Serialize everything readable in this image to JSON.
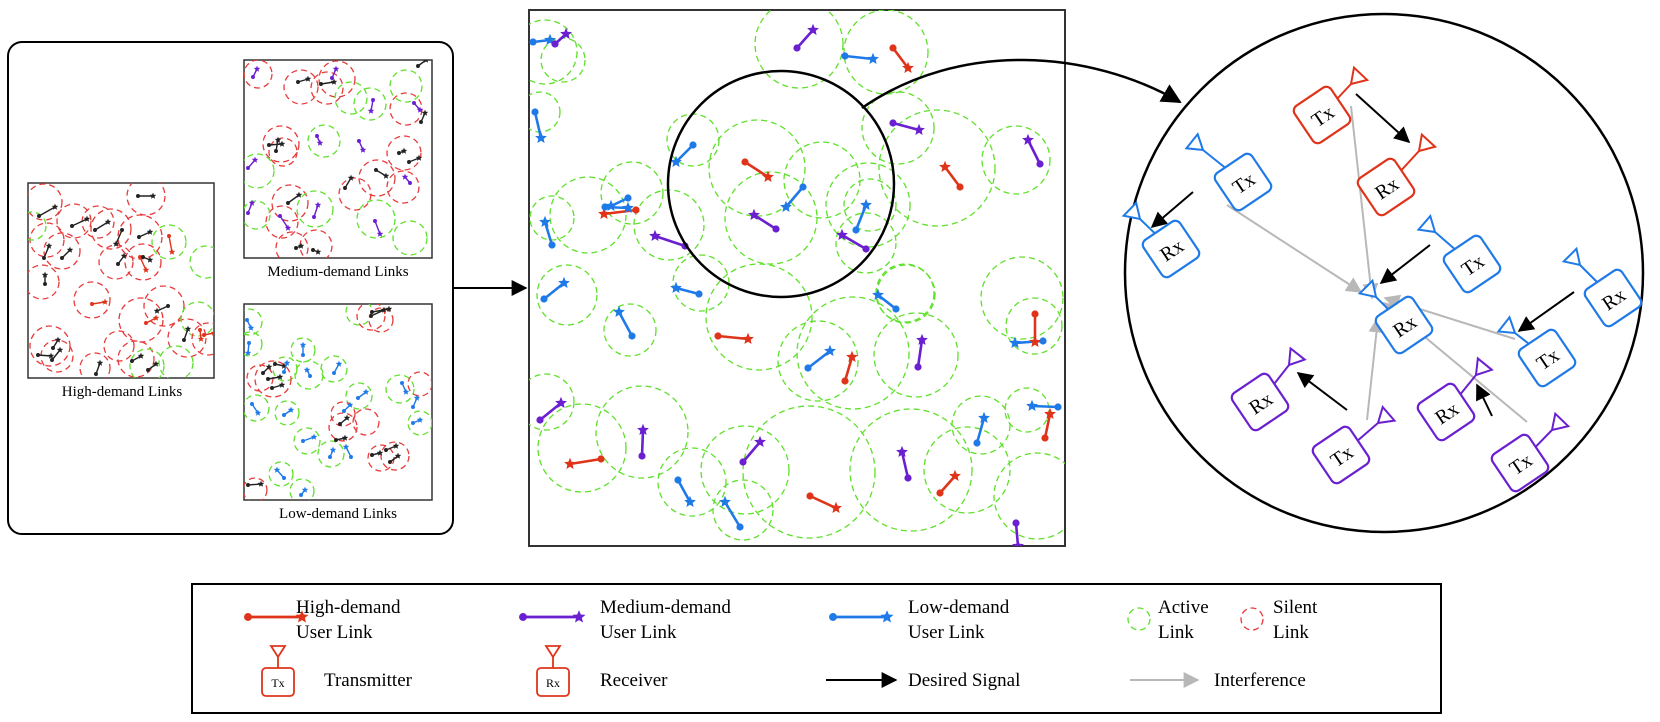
{
  "colors": {
    "high": "#e0341a",
    "medium": "#6a1fd0",
    "low": "#1f7ae8",
    "active": "#5fe02a",
    "silent": "#e83a3a",
    "desired": "#000000",
    "interference": "#b8b8b8",
    "frame": "#333333"
  },
  "panels": {
    "high_label": "High-demand Links",
    "medium_label": "Medium-demand Links",
    "low_label": "Low-demand Links"
  },
  "zoom": {
    "nodes": [
      {
        "id": "t1",
        "label": "Tx",
        "color": "high"
      },
      {
        "id": "r1",
        "label": "Rx",
        "color": "high"
      },
      {
        "id": "t2",
        "label": "Tx",
        "color": "low"
      },
      {
        "id": "r2",
        "label": "Rx",
        "color": "low"
      },
      {
        "id": "t3",
        "label": "Tx",
        "color": "low"
      },
      {
        "id": "rc",
        "label": "Rx",
        "color": "low"
      },
      {
        "id": "t4",
        "label": "Tx",
        "color": "low"
      },
      {
        "id": "r4",
        "label": "Rx",
        "color": "low"
      },
      {
        "id": "r5",
        "label": "Rx",
        "color": "medium"
      },
      {
        "id": "t5",
        "label": "Tx",
        "color": "medium"
      },
      {
        "id": "r6",
        "label": "Rx",
        "color": "medium"
      },
      {
        "id": "t6",
        "label": "Tx",
        "color": "medium"
      }
    ]
  },
  "legend": {
    "high_line1": "High-demand",
    "high_line2": "User Link",
    "medium_line1": "Medium-demand",
    "medium_line2": "User Link",
    "low_line1": "Low-demand",
    "low_line2": "User Link",
    "active_line1": "Active",
    "active_line2": "Link",
    "silent_line1": "Silent",
    "silent_line2": "Link",
    "transmitter": "Transmitter",
    "receiver": "Receiver",
    "desired": "Desired Signal",
    "interference": "Interference",
    "tx_icon": "Tx",
    "rx_icon": "Rx"
  }
}
